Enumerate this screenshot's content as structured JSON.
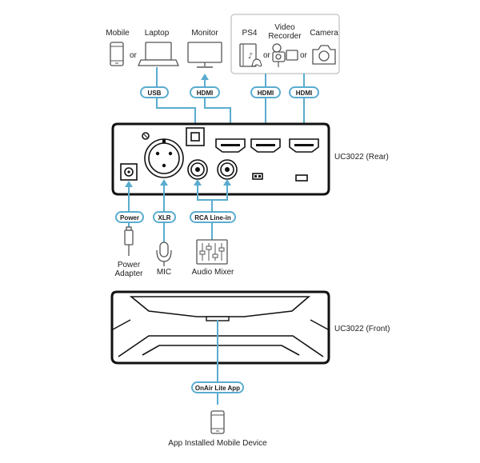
{
  "sources_top": {
    "mobile": "Mobile",
    "or_1": "or",
    "laptop": "Laptop",
    "monitor": "Monitor",
    "ps4": "PS4",
    "video_recorder_line1": "Video",
    "video_recorder_line2": "Recorder",
    "or_2": "or",
    "or_3": "or",
    "camera": "Camera"
  },
  "top_connectors": {
    "usb": "USB",
    "hdmi_monitor": "HDMI",
    "hdmi_ps4": "HDMI",
    "hdmi_camera": "HDMI"
  },
  "rear_unit": {
    "label": "UC3022 (Rear)"
  },
  "rear_connectors": {
    "power": "Power",
    "xlr": "XLR",
    "rca": "RCA Line-in"
  },
  "rear_devices": {
    "power_adapter_line1": "Power",
    "power_adapter_line2": "Adapter",
    "mic": "MIC",
    "audio_mixer": "Audio Mixer"
  },
  "front_unit": {
    "label": "UC3022 (Front)"
  },
  "front_connector": {
    "app": "OnAir Lite App"
  },
  "front_device": {
    "label": "App Installed Mobile Device"
  },
  "colors": {
    "wire": "#5aaccf",
    "unit_outline": "#111111",
    "device_outline": "#555555",
    "group_box": "#cccccc"
  }
}
